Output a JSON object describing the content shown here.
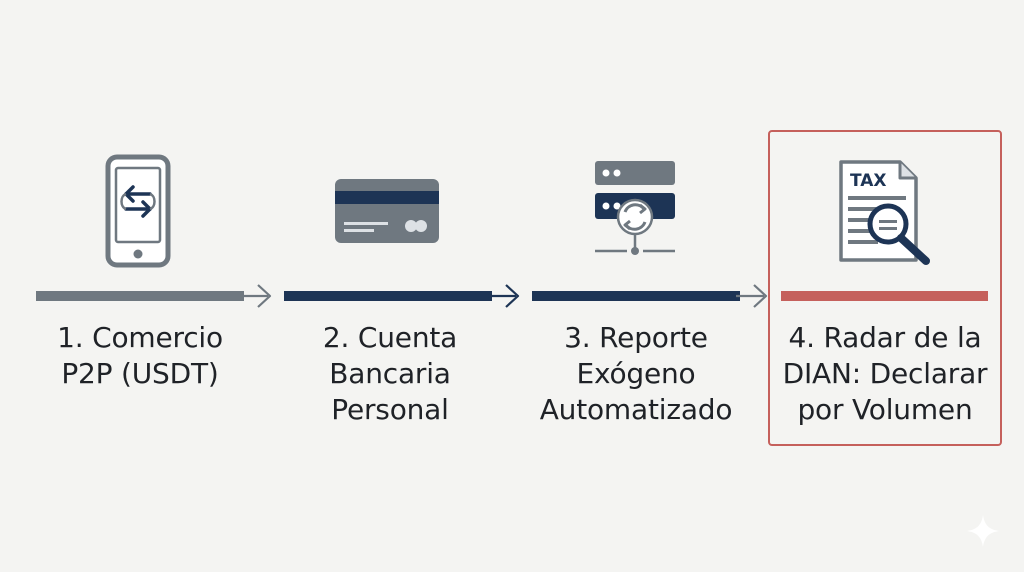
{
  "steps": [
    {
      "lines": [
        "1. Comercio",
        "P2P (USDT)"
      ],
      "icon": "phone-exchange-icon",
      "bar_color": "#6f7880"
    },
    {
      "lines": [
        "2. Cuenta",
        "Bancaria",
        "Personal"
      ],
      "icon": "credit-card-icon",
      "bar_color": "#1d3455"
    },
    {
      "lines": [
        "3. Reporte",
        "Exógeno",
        "Automatizado"
      ],
      "icon": "server-sync-icon",
      "bar_color": "#1d3455"
    },
    {
      "lines": [
        "4. Radar de la",
        "DIAN: Declarar",
        "por Volumen"
      ],
      "icon": "tax-document-magnifier-icon",
      "bar_color": "#c5605c",
      "highlighted": true
    }
  ],
  "tax_doc": {
    "label": "TAX"
  },
  "colors": {
    "background": "#f4f4f2",
    "gray": "#6f7880",
    "navy": "#1d3455",
    "red": "#c5605c",
    "text": "#1f2227"
  }
}
